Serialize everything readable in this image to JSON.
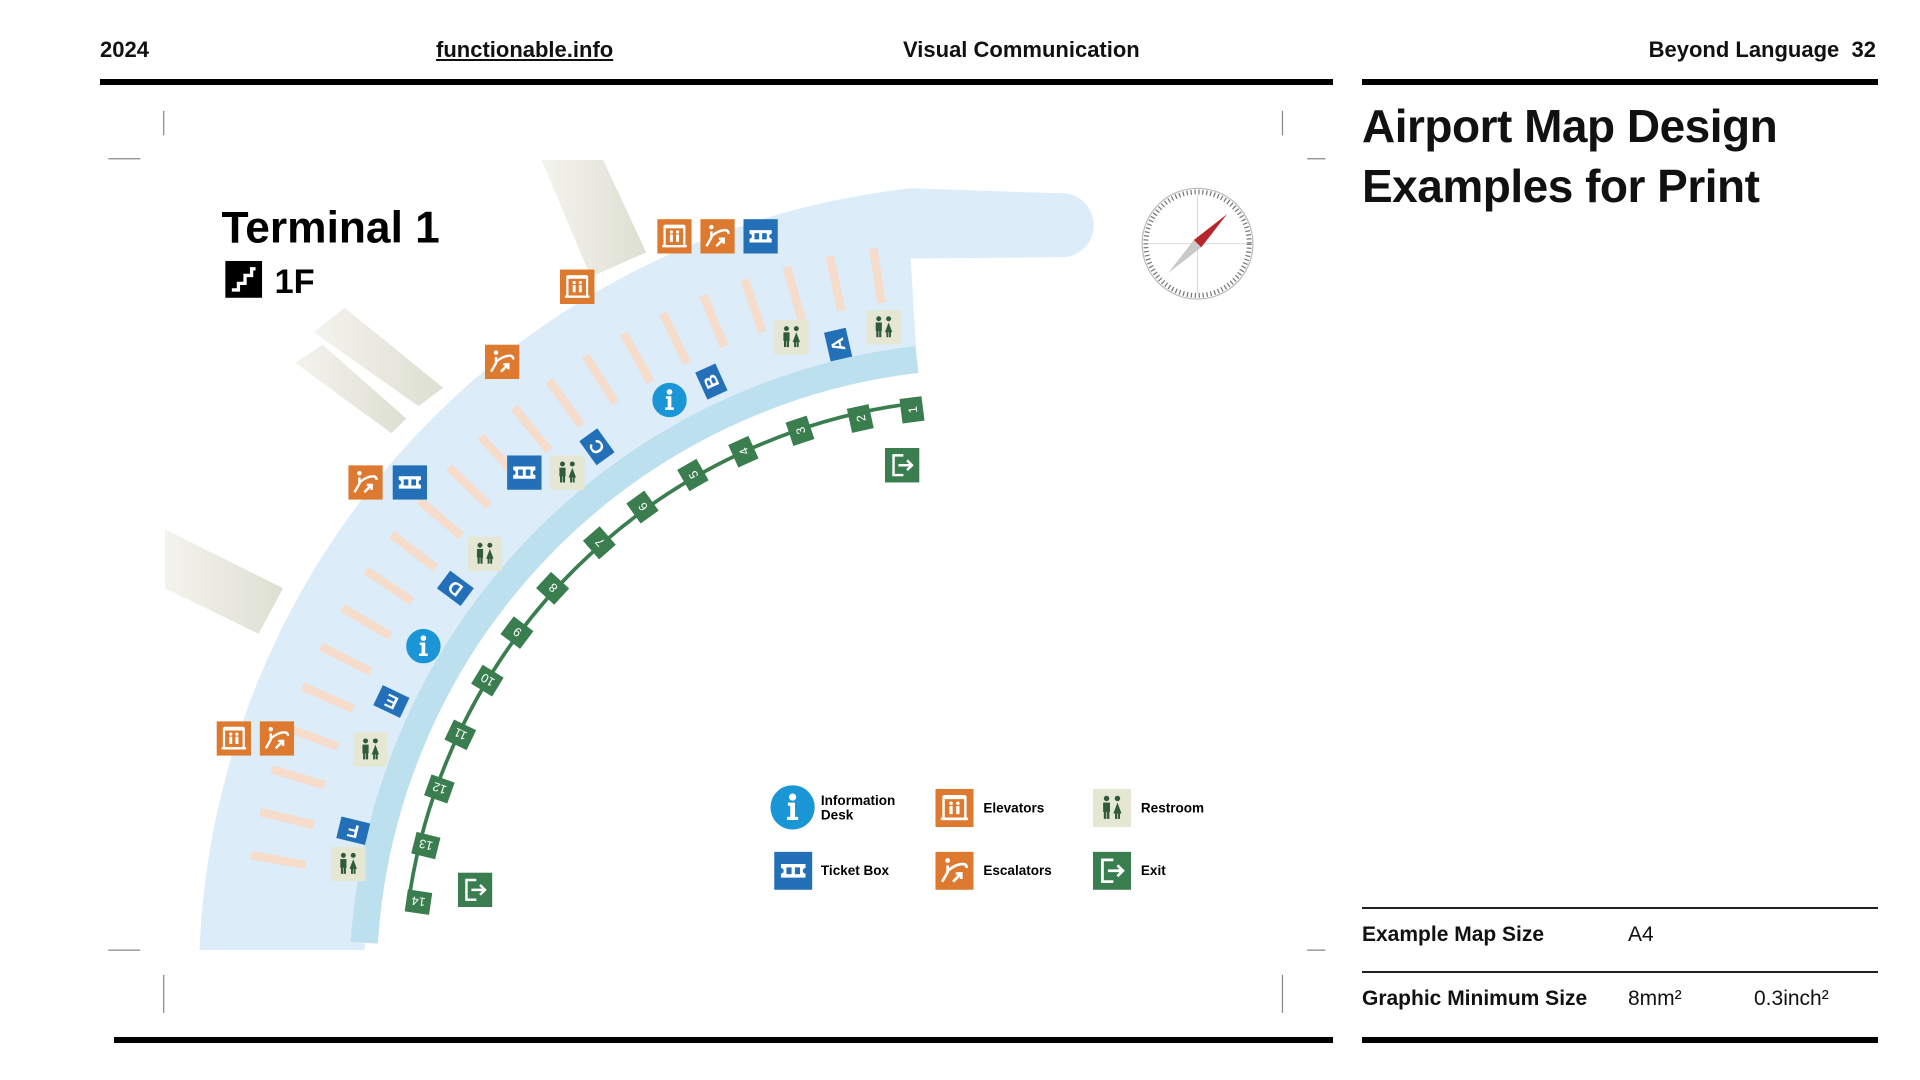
{
  "header": {
    "year": "2024",
    "site": "functionable.info",
    "section": "Visual Communication",
    "chapter": "Beyond Language",
    "page_number": "32"
  },
  "title": {
    "line1": "Airport Map Design",
    "line2": "Examples for Print"
  },
  "specs": {
    "rows": [
      {
        "label": "Example Map Size",
        "value1": "A4",
        "value2": ""
      },
      {
        "label": "Graphic Minimum Size",
        "value1": "8mm²",
        "value2": "0.3inch²"
      }
    ]
  },
  "map": {
    "terminal": "Terminal 1",
    "floor": "1F",
    "gates": [
      "1",
      "2",
      "3",
      "4",
      "5",
      "6",
      "7",
      "8",
      "9",
      "10",
      "11",
      "12",
      "13",
      "14"
    ],
    "checkin_letters": [
      "A",
      "B",
      "C",
      "D",
      "E",
      "F"
    ],
    "colors": {
      "concourse": "#dcedf9",
      "walkway": "#bde0ef",
      "orange": "#dd7a30",
      "blue": "#2470b8",
      "info": "#1a96d6",
      "green": "#3a7d4e",
      "restroom_bg": "#e5e7d3",
      "stripe": "#f6dccb"
    },
    "legend": {
      "info_line1": "Information",
      "info_line2": "Desk",
      "elevators": "Elevators",
      "restroom": "Restroom",
      "ticket": "Ticket Box",
      "escalators": "Escalators",
      "exit": "Exit"
    }
  }
}
